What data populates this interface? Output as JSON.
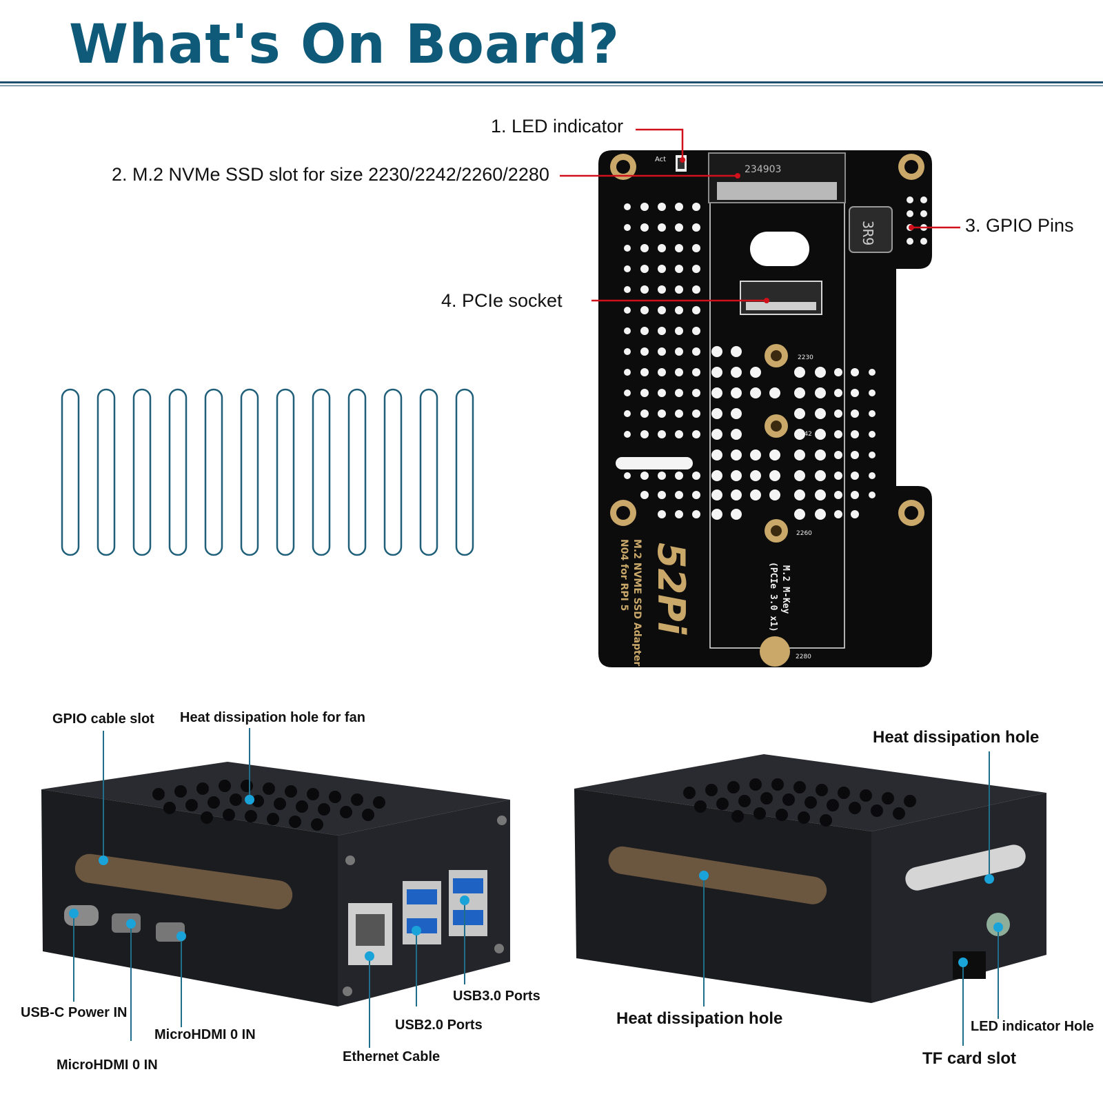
{
  "header": {
    "title": "What's On Board?"
  },
  "board": {
    "callouts": [
      "1. LED indicator",
      "2. M.2 NVMe SSD slot for size 2230/2242/2260/2280",
      "3. GPIO Pins",
      "4. PCIe socket"
    ],
    "silkscreen": {
      "brand": "52Pi",
      "product": "M.2 NVME SSD Adapter",
      "model": "N04 for RPI 5",
      "key": "M.2 M-Key",
      "pcie": "(PCIe 3.0 x1)",
      "chip": "3R9",
      "slot_code": "234903",
      "act": "Act",
      "sizes": [
        "2230",
        "2242",
        "2260",
        "2280"
      ]
    }
  },
  "case_left": {
    "labels": [
      "GPIO cable slot",
      "Heat dissipation hole for fan",
      "USB-C Power IN",
      "MicroHDMI 0 IN",
      "MicroHDMI 0 IN",
      "Ethernet Cable",
      "USB2.0 Ports",
      "USB3.0 Ports"
    ]
  },
  "case_right": {
    "labels": [
      "Heat dissipation hole",
      "Heat dissipation hole",
      "LED indicator Hole",
      "TF card slot"
    ]
  },
  "colors": {
    "title": "#0f5a78",
    "rule": "#1d4f6e",
    "callout_line": "#d0101a",
    "leader_line": "#1f6f8b",
    "dot": "#1aa3d8",
    "pcb": "#0c0c0c",
    "case": "#1b1c20",
    "gold": "#c9a86a",
    "usb3": "#1e63c4"
  }
}
